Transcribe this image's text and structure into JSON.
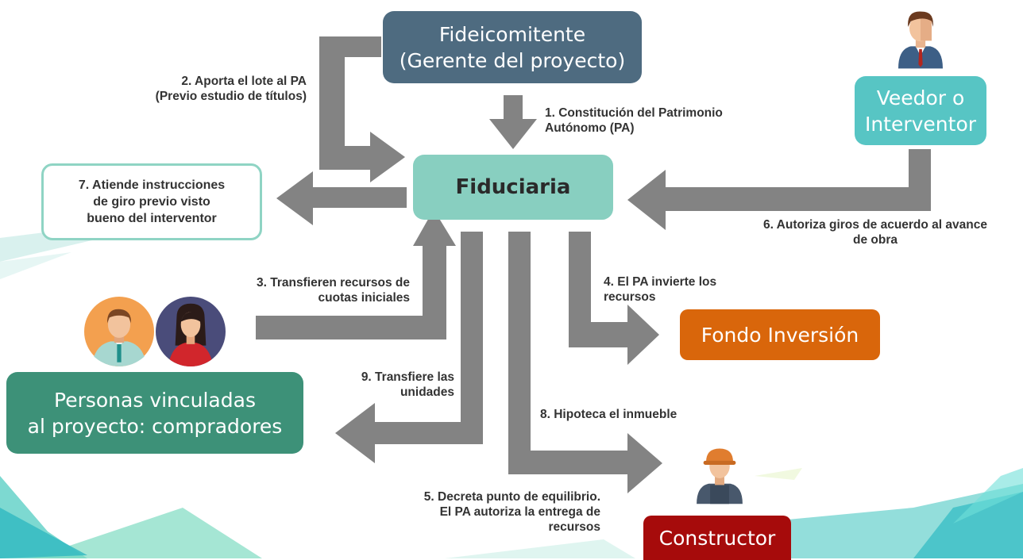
{
  "colors": {
    "arrow": "#838383",
    "fideicomitente": "#4e6b80",
    "veedor": "#57c5c4",
    "fiduciaria": "#88cfc0",
    "atiende_border": "#8fd4c4",
    "personas": "#3d9178",
    "fondo": "#d9660b",
    "constructor": "#a60b0b"
  },
  "nodes": {
    "fideicomitente": "Fideicomitente\n(Gerente del proyecto)",
    "veedor": "Veedor o\nInterventor",
    "fiduciaria": "Fiduciaria",
    "atiende": "7. Atiende instrucciones\nde giro previo visto\nbueno del interventor",
    "personas": "Personas vinculadas\nal proyecto: compradores",
    "fondo": "Fondo Inversión",
    "constructor": "Constructor"
  },
  "labels": {
    "step1": "1. Constitución del Patrimonio\nAutónomo (PA)",
    "step2": "2. Aporta el lote al PA\n(Previo estudio de títulos)",
    "step3": "3. Transfieren recursos de\ncuotas iniciales",
    "step4": "4. El PA invierte los\nrecursos",
    "step5": "5. Decreta punto de equilibrio.\nEl PA autoriza la entrega de\nrecursos",
    "step6": "6. Autoriza giros de acuerdo al avance\nde obra",
    "step8": "8. Hipoteca el inmueble",
    "step9": "9. Transfiere las\nunidades"
  },
  "icons": [
    "businessman-icon",
    "male-buyer-icon",
    "female-buyer-icon",
    "construction-worker-icon"
  ]
}
